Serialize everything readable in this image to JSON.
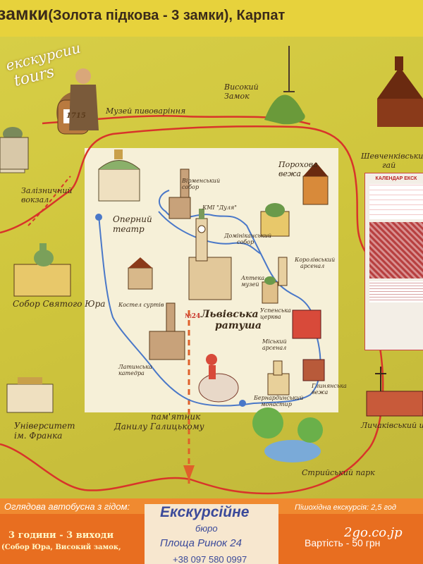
{
  "title": {
    "main": "замки",
    "sub": "(Золота підкова - 3 замки), Карпат"
  },
  "tours_badge": {
    "ua": "екскурсии",
    "en": "tours"
  },
  "labels": {
    "museum_brewing": "Музей пивоваріння",
    "high_castle": "Високий Замок",
    "railway_station_1": "Залізничний",
    "railway_station_2": "вокзал",
    "shevchenko_grove_1": "Шевченківський",
    "shevchenko_grove_2": "гай",
    "opera_1": "Оперний",
    "opera_2": "театр",
    "armenian_1": "Вірменський",
    "armenian_2": "собор",
    "kmi": "КМІ \"Дуля\"",
    "powder_1": "Порохова",
    "powder_2": "вежа",
    "dominican_1": "Домініканський",
    "dominican_2": "собор",
    "royal_arsenal_1": "Королівський",
    "royal_arsenal_2": "арсенал",
    "pharmacy_1": "Аптека",
    "pharmacy_2": "музей",
    "st_yura": "Собор Святого Юра",
    "kostel": "Костел суртів",
    "town_hall_1": "Львівська",
    "town_hall_2": "ратуша",
    "uspenska_1": "Успенська",
    "uspenska_2": "церква",
    "city_arsenal_1": "Міський",
    "city_arsenal_2": "арсенал",
    "latin_1": "Латинська",
    "latin_2": "катедра",
    "bernardine_1": "Бернардинський",
    "bernardine_2": "монастир",
    "glynyanska_1": "Глинянська",
    "glynyanska_2": "вежа",
    "university_1": "Університет",
    "university_2": "ім. Франка",
    "monument_1": "пам'ятник",
    "monument_2": "Данилу Галицькому",
    "lychakiv": "Личаківський цвин",
    "stryi_park": "Стрийський парк",
    "route_no": "№24",
    "barrel_text": "1715"
  },
  "calendar": {
    "header": "КАЛЕНДАР ЕКСК"
  },
  "bottom": {
    "left_title": "Оглядова автобусна з гідом:",
    "left_hours": "3 години - 3 виходи",
    "left_stops": "(Собор Юра, Високий замок,",
    "center_title": "Екскурсійне",
    "center_sub": "бюро",
    "center_addr": "Площа Ринок 24",
    "center_phone": "+38 097 580 0997",
    "right_walk": "Пішохідна екскурсія: 2,5 год",
    "right_price": "Вартість - 50 грн"
  },
  "watermark": "2go.co.jp",
  "colors": {
    "route_red": "#d8342a",
    "route_blue": "#4a78c8",
    "background": "#cfc53c",
    "bottom_orange": "#e86e20"
  }
}
